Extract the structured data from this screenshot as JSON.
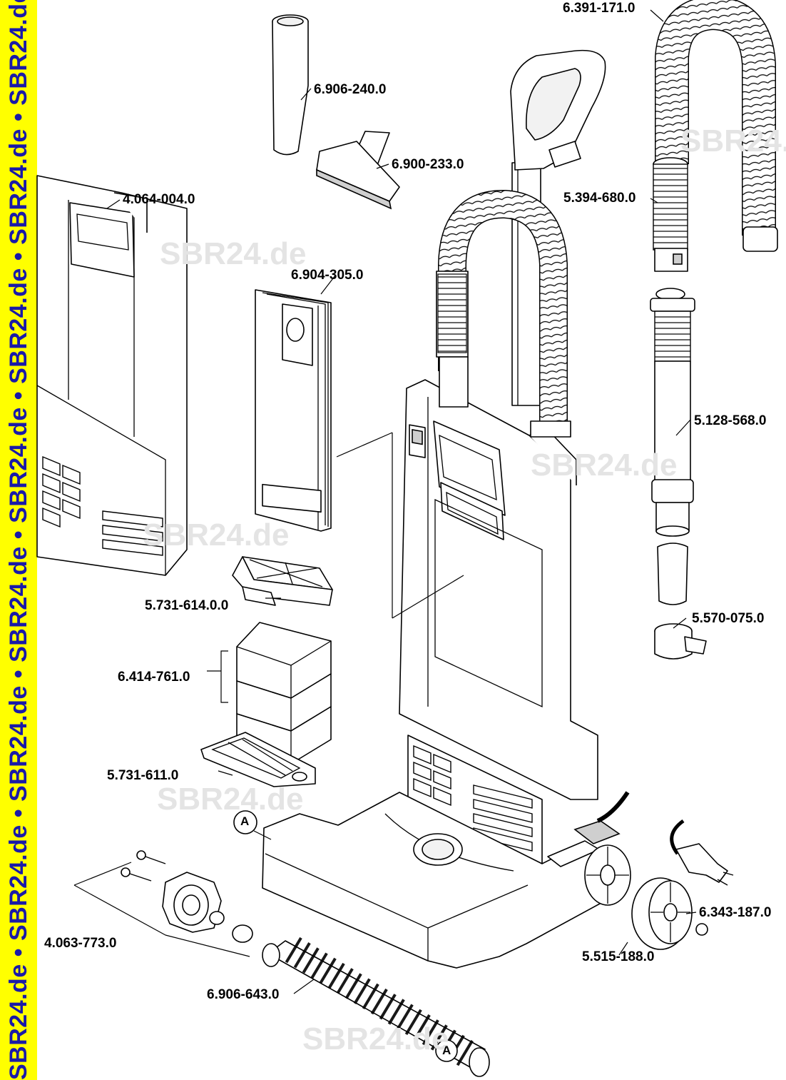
{
  "banner": {
    "text": "SBR24.de • SBR24.de • SBR24.de • SBR24.de • SBR24.de • SBR24.de • SBR24.de • SBR24.de • SBR24.de"
  },
  "watermark": {
    "text": "SBR24.de"
  },
  "parts": [
    {
      "number": "6.391-171.0",
      "name": "suction-hose"
    },
    {
      "number": "6.906-240.0",
      "name": "crevice-nozzle"
    },
    {
      "number": "6.900-233.0",
      "name": "upholstery-nozzle"
    },
    {
      "number": "4.064-004.0",
      "name": "front-cover"
    },
    {
      "number": "5.394-680.0",
      "name": "hose-coupling"
    },
    {
      "number": "6.904-305.0",
      "name": "filter-bag"
    },
    {
      "number": "5.128-568.0",
      "name": "suction-tube"
    },
    {
      "number": "5.731-614.0.0",
      "name": "motor-filter"
    },
    {
      "number": "5.570-075.0",
      "name": "tube-clip"
    },
    {
      "number": "6.414-761.0",
      "name": "foam-filter-set"
    },
    {
      "number": "5.731-611.0",
      "name": "filter-holder"
    },
    {
      "number": "4.063-773.0",
      "name": "brush-bearing"
    },
    {
      "number": "6.343-187.0",
      "name": "wheel-cap"
    },
    {
      "number": "5.515-188.0",
      "name": "wheel"
    },
    {
      "number": "6.906-643.0",
      "name": "brush-roller"
    }
  ],
  "callouts": [
    {
      "letter": "A"
    },
    {
      "letter": "A"
    }
  ],
  "colors": {
    "banner": "#ffff00",
    "banner_text": "#1a1aa8",
    "watermark": "#e4e4e4"
  }
}
